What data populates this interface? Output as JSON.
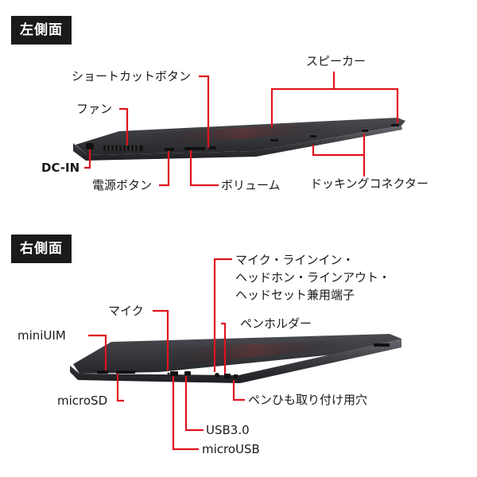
{
  "left_side": {
    "section_title": "左側面",
    "labels": {
      "shortcut_button": "ショートカットボタン",
      "speaker": "スピーカー",
      "fan": "ファン",
      "dc_in": "DC-IN",
      "power_button": "電源ボタン",
      "volume": "ボリューム",
      "docking_connector": "ドッキングコネクター"
    }
  },
  "right_side": {
    "section_title": "右側面",
    "labels": {
      "mic_combo_line1": "マイク・ラインイン・",
      "mic_combo_line2": "ヘッドホン・ラインアウト・",
      "mic_combo_line3": "ヘッドセット兼用端子",
      "mic": "マイク",
      "pen_holder": "ペンホルダー",
      "mini_uim": "miniUIM",
      "micro_sd": "microSD",
      "pen_strap_hole": "ペンひも取り付け用穴",
      "usb3": "USB3.0",
      "micro_usb": "microUSB"
    }
  },
  "colors": {
    "leader_line": "#e0141e",
    "device_body": "#2e2f33",
    "label_background": "#1a1a1a"
  }
}
